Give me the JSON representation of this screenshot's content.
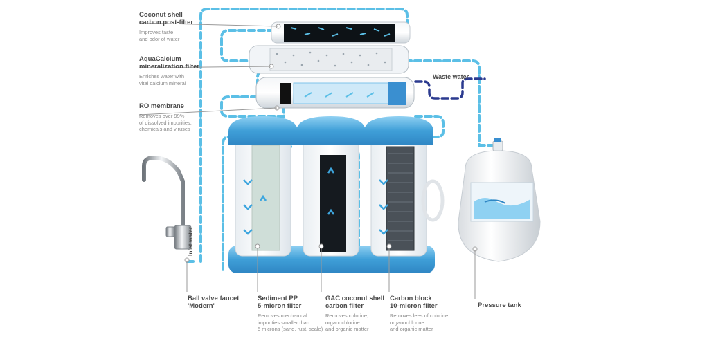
{
  "labels": {
    "post_filter": {
      "title": "Coconut shell\ncarbon post-filter",
      "desc": "Improves taste\nand odor of water"
    },
    "mineralization": {
      "title": "AquaCalcium\nmineralization filter",
      "desc": "Enriches water with\nvital calcium mineral"
    },
    "ro_membrane": {
      "title": "RO membrane",
      "desc": "Removes over 99%\nof dissolved impurities,\nchemicals and viruses"
    },
    "waste_water": "Waste water",
    "inlet_water": "Inlet water",
    "faucet": {
      "title": "Ball valve faucet\n'Modern'"
    },
    "sediment": {
      "title": "Sediment PP\n5-micron filter",
      "desc": "Removes mechanical\nimpurities smaller than\n5 microns (sand, rust, scale)"
    },
    "gac": {
      "title": "GAC coconut shell\ncarbon filter",
      "desc": "Removes chlorine,\norganochlorine\nand organic matter"
    },
    "carbon_block": {
      "title": "Carbon block\n10-micron filter",
      "desc": "Removes lees of chlorine,\norganochlorine\nand organic matter"
    },
    "pressure_tank": {
      "title": "Pressure tank"
    }
  },
  "colors": {
    "flow": "#5bbfe6",
    "waste": "#2b3a8f",
    "housing_blue": "#4fa9de",
    "leader": "#9a9a9a"
  }
}
